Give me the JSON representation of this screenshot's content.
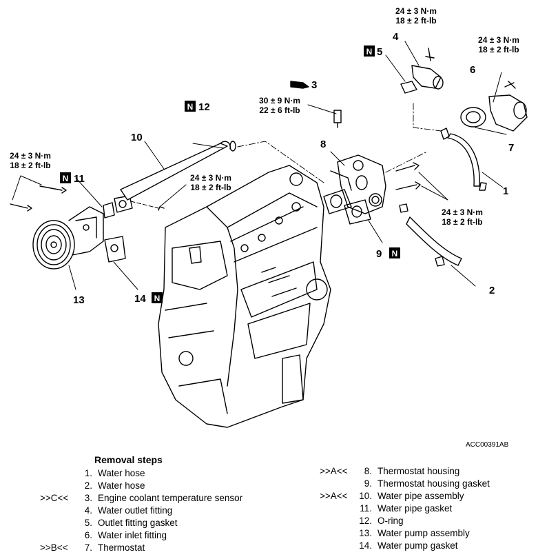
{
  "diagram": {
    "image_code": "ACC00391AB",
    "new_part_marker": "N",
    "callouts": {
      "c1": "1",
      "c2": "2",
      "c3": "3",
      "c4": "4",
      "c5": "5",
      "c6": "6",
      "c7": "7",
      "c8": "8",
      "c9": "9",
      "c10": "10",
      "c11": "11",
      "c12": "12",
      "c13": "13",
      "c14": "14"
    },
    "torques": {
      "t4_nm": "24 ± 3 N·m",
      "t4_ft": "18 ± 2 ft-lb",
      "t6_nm": "24 ± 3 N·m",
      "t6_ft": "18 ± 2 ft-lb",
      "t3_nm": "30 ± 9 N·m",
      "t3_ft": "22 ± 6 ft-lb",
      "t13_nm": "24 ± 3 N·m",
      "t13_ft": "18 ± 2 ft-lb",
      "t10_nm": "24 ± 3 N·m",
      "t10_ft": "18 ± 2 ft-lb",
      "t8_nm": "24 ± 3 N·m",
      "t8_ft": "18 ± 2 ft-lb"
    }
  },
  "removal": {
    "title": "Removal steps",
    "left": [
      {
        "mark": "",
        "n": "1.",
        "text": "Water hose"
      },
      {
        "mark": "",
        "n": "2.",
        "text": "Water hose"
      },
      {
        "mark": ">>C<<",
        "n": "3.",
        "text": "Engine coolant temperature sensor"
      },
      {
        "mark": "",
        "n": "4.",
        "text": "Water outlet fitting"
      },
      {
        "mark": "",
        "n": "5.",
        "text": "Outlet fitting gasket"
      },
      {
        "mark": "",
        "n": "6.",
        "text": "Water inlet fitting"
      },
      {
        "mark": ">>B<<",
        "n": "7.",
        "text": "Thermostat"
      }
    ],
    "right": [
      {
        "mark": ">>A<<",
        "n": "8.",
        "text": "Thermostat housing"
      },
      {
        "mark": "",
        "n": "9.",
        "text": "Thermostat housing gasket"
      },
      {
        "mark": ">>A<<",
        "n": "10.",
        "text": "Water pipe assembly"
      },
      {
        "mark": "",
        "n": "11.",
        "text": "Water pipe gasket"
      },
      {
        "mark": "",
        "n": "12.",
        "text": "O-ring"
      },
      {
        "mark": "",
        "n": "13.",
        "text": "Water pump assembly"
      },
      {
        "mark": "",
        "n": "14.",
        "text": "Water pump gasket"
      }
    ]
  }
}
